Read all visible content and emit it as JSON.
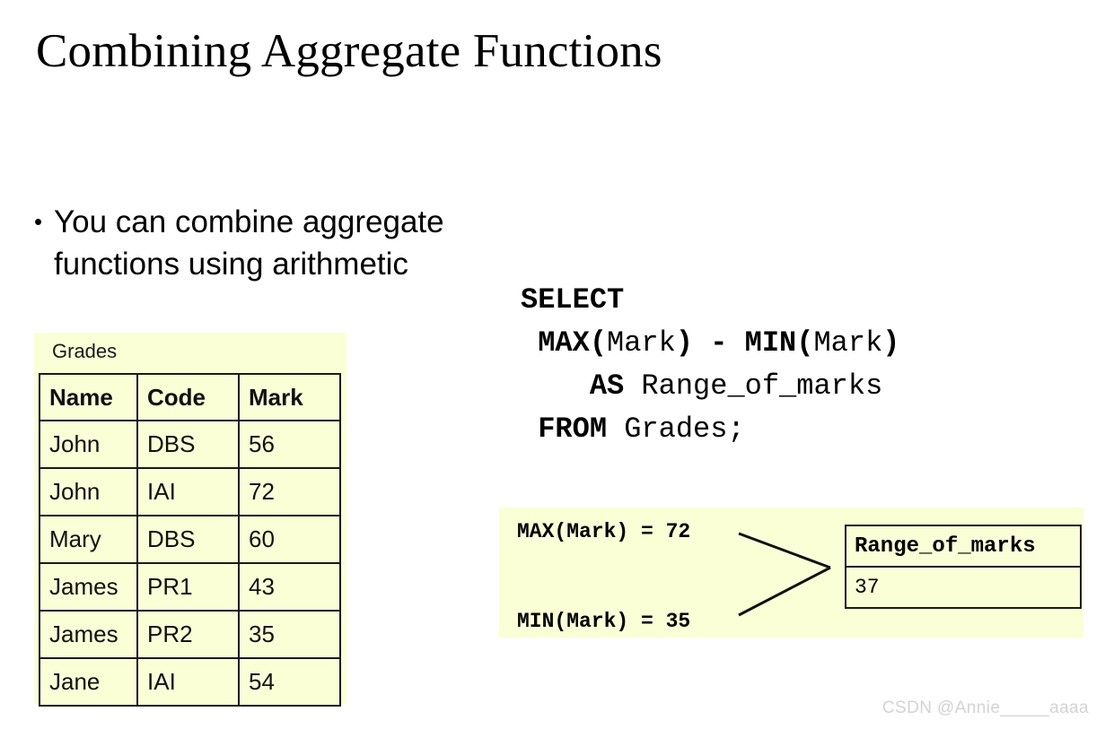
{
  "slide": {
    "title": "Combining Aggregate Functions"
  },
  "bullets": [
    {
      "marker": "•",
      "line1": "You can combine aggregate",
      "line2": "functions using arithmetic"
    }
  ],
  "grades_panel": {
    "caption": "Grades",
    "columns": [
      "Name",
      "Code",
      "Mark"
    ],
    "rows": [
      {
        "name": "John",
        "code": "DBS",
        "mark": "56"
      },
      {
        "name": "John",
        "code": "IAI",
        "mark": "72"
      },
      {
        "name": "Mary",
        "code": "DBS",
        "mark": "60"
      },
      {
        "name": "James",
        "code": "PR1",
        "mark": "43"
      },
      {
        "name": "James",
        "code": "PR2",
        "mark": "35"
      },
      {
        "name": "Jane",
        "code": "IAI",
        "mark": "54"
      }
    ],
    "background_color": "#fbffd6"
  },
  "sql": {
    "lines": [
      [
        {
          "text": "SELECT",
          "style": "kw"
        }
      ],
      [
        {
          "text": " ",
          "style": "id"
        },
        {
          "text": "MAX(",
          "style": "kw"
        },
        {
          "text": "Mark",
          "style": "id"
        },
        {
          "text": ") - MIN(",
          "style": "kw"
        },
        {
          "text": "Mark",
          "style": "id"
        },
        {
          "text": ")",
          "style": "kw"
        }
      ],
      [
        {
          "text": "    ",
          "style": "id"
        },
        {
          "text": "AS",
          "style": "kw"
        },
        {
          "text": " Range_of_marks",
          "style": "id"
        }
      ],
      [
        {
          "text": " ",
          "style": "id"
        },
        {
          "text": "FROM",
          "style": "kw"
        },
        {
          "text": " Grades;",
          "style": "id"
        }
      ]
    ],
    "plain_text": "SELECT\n MAX(Mark) - MIN(Mark)\n    AS Range_of_marks\n FROM Grades;"
  },
  "result_panel": {
    "aggregates": [
      {
        "label": "MAX(Mark) = 72"
      },
      {
        "label": "MIN(Mark) = 35"
      }
    ],
    "result_table": {
      "header": "Range_of_marks",
      "value": "37"
    },
    "background_color": "#fbffd6",
    "connector_color": "#111111"
  },
  "watermark": {
    "text": "CSDN @Annie_____aaaa",
    "color": "#d3d3d3"
  }
}
